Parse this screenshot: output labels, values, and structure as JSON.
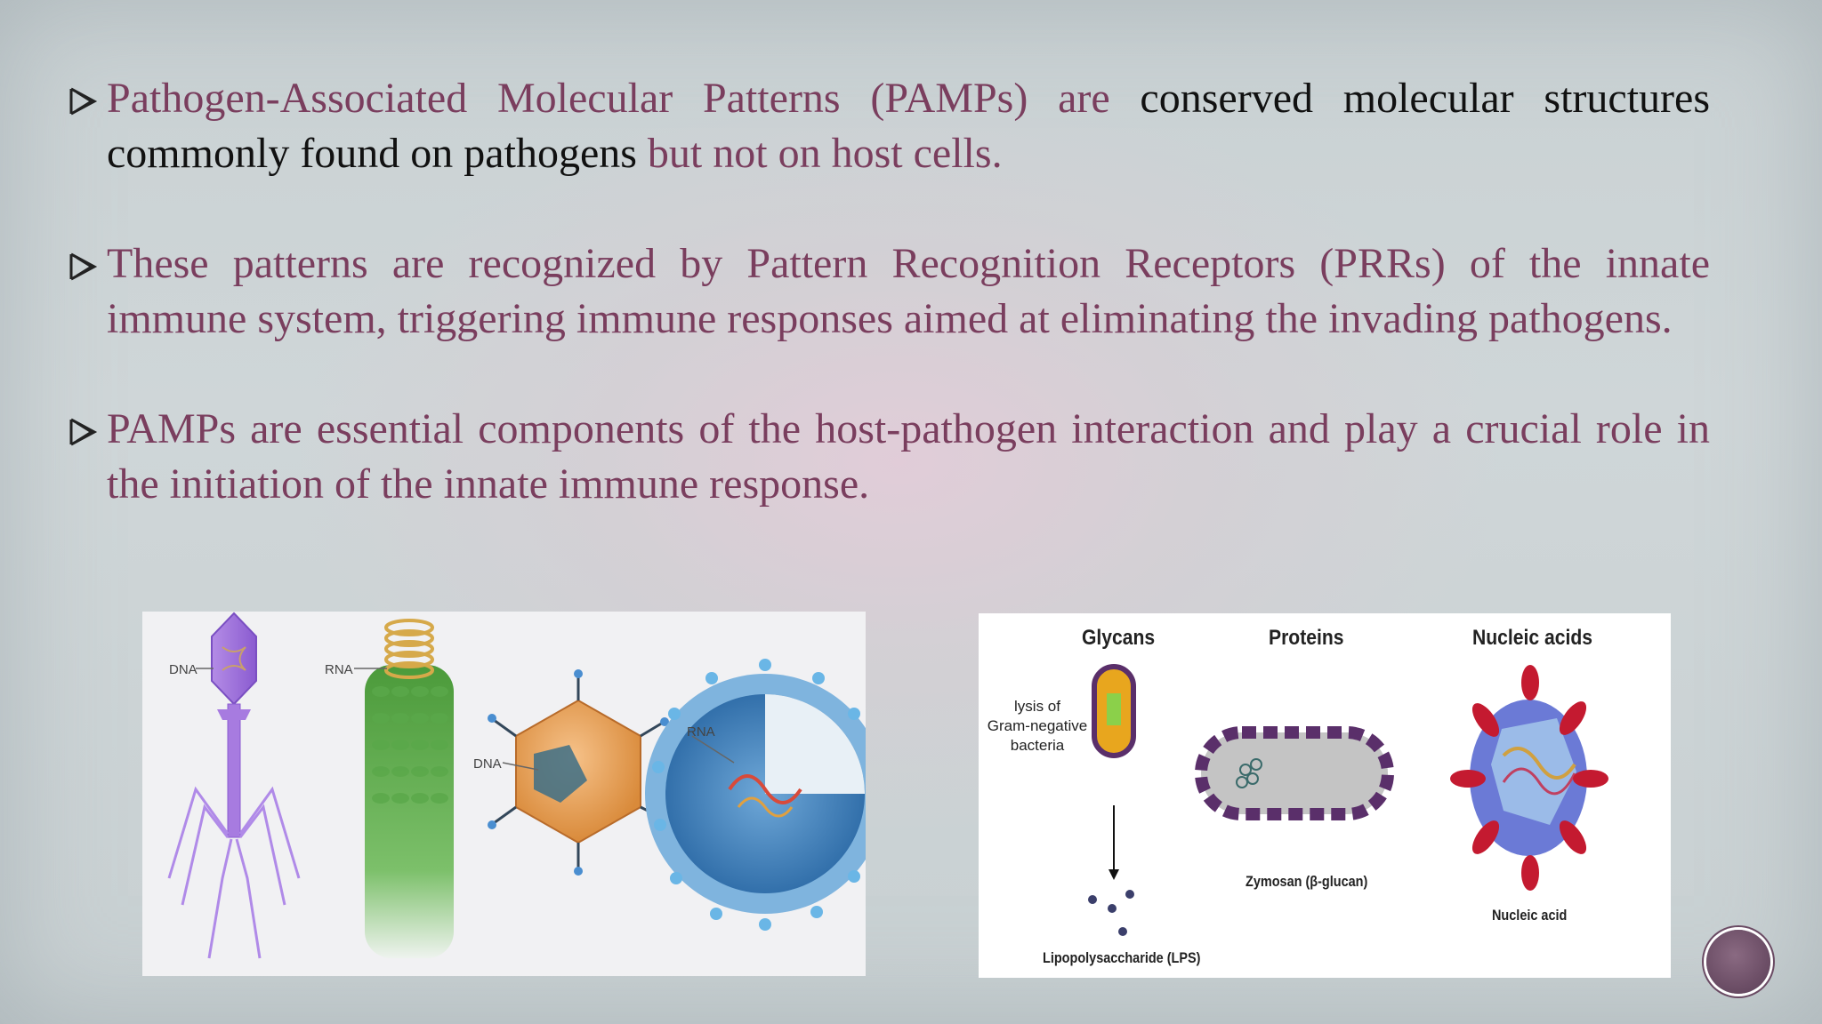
{
  "bullets": [
    {
      "seg1": "Pathogen-Associated Molecular Patterns (PAMPs) are",
      "seg2": "conserved molecular structures commonly found on pathogens",
      "seg3": "but not on host cells."
    },
    {
      "text": "These patterns are recognized by Pattern Recognition Receptors (PRRs) of the innate immune system, triggering immune responses aimed at eliminating the invading pathogens."
    },
    {
      "text": "PAMPs are essential components of the host-pathogen interaction and play a crucial role in the initiation of the innate immune response."
    }
  ],
  "figure_left": {
    "labels": {
      "dna1": "DNA",
      "rna1": "RNA",
      "dna2": "DNA",
      "rna2": "RNA"
    }
  },
  "figure_right": {
    "headers": {
      "glycans": "Glycans",
      "proteins": "Proteins",
      "nucleic": "Nucleic acids"
    },
    "lysis": [
      "lysis of",
      "Gram-negative",
      "bacteria"
    ],
    "captions": {
      "lps": "Lipopolysaccharide (LPS)",
      "zymosan": "Zymosan (β-glucan)",
      "nucleic_acid": "Nucleic acid"
    }
  },
  "colors": {
    "accent": "#7a3e5e",
    "dark_text": "#111111"
  }
}
